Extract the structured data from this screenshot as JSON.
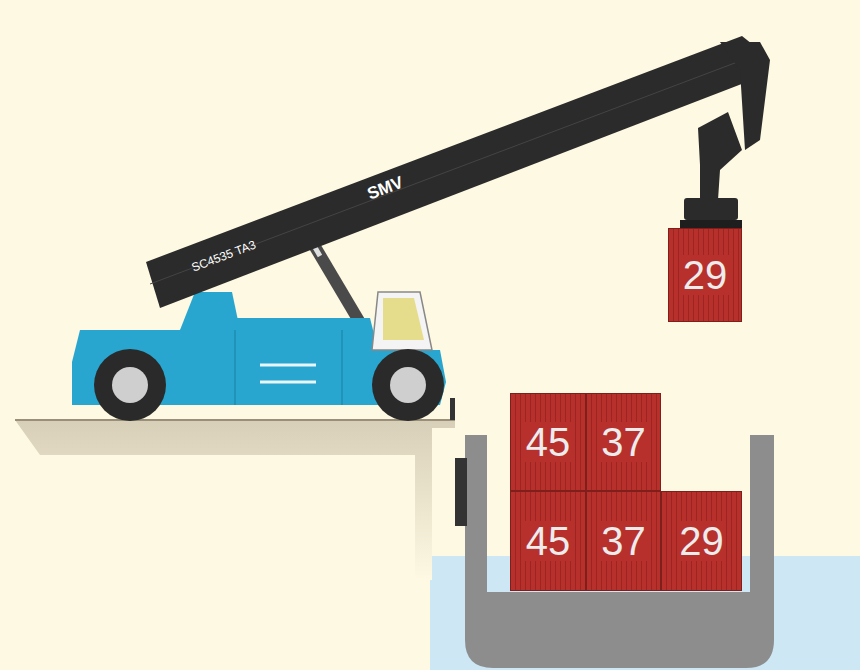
{
  "diagram": {
    "nodes": [
      {
        "text": [
          "29"
        ]
      },
      {
        "text": [
          "45"
        ]
      },
      {
        "text": [
          "37"
        ]
      },
      {
        "text": [
          "45"
        ]
      },
      {
        "text": [
          "37"
        ]
      },
      {
        "text": [
          "29"
        ]
      }
    ],
    "labels": [
      "SC4535 TA3",
      "SMV"
    ]
  }
}
